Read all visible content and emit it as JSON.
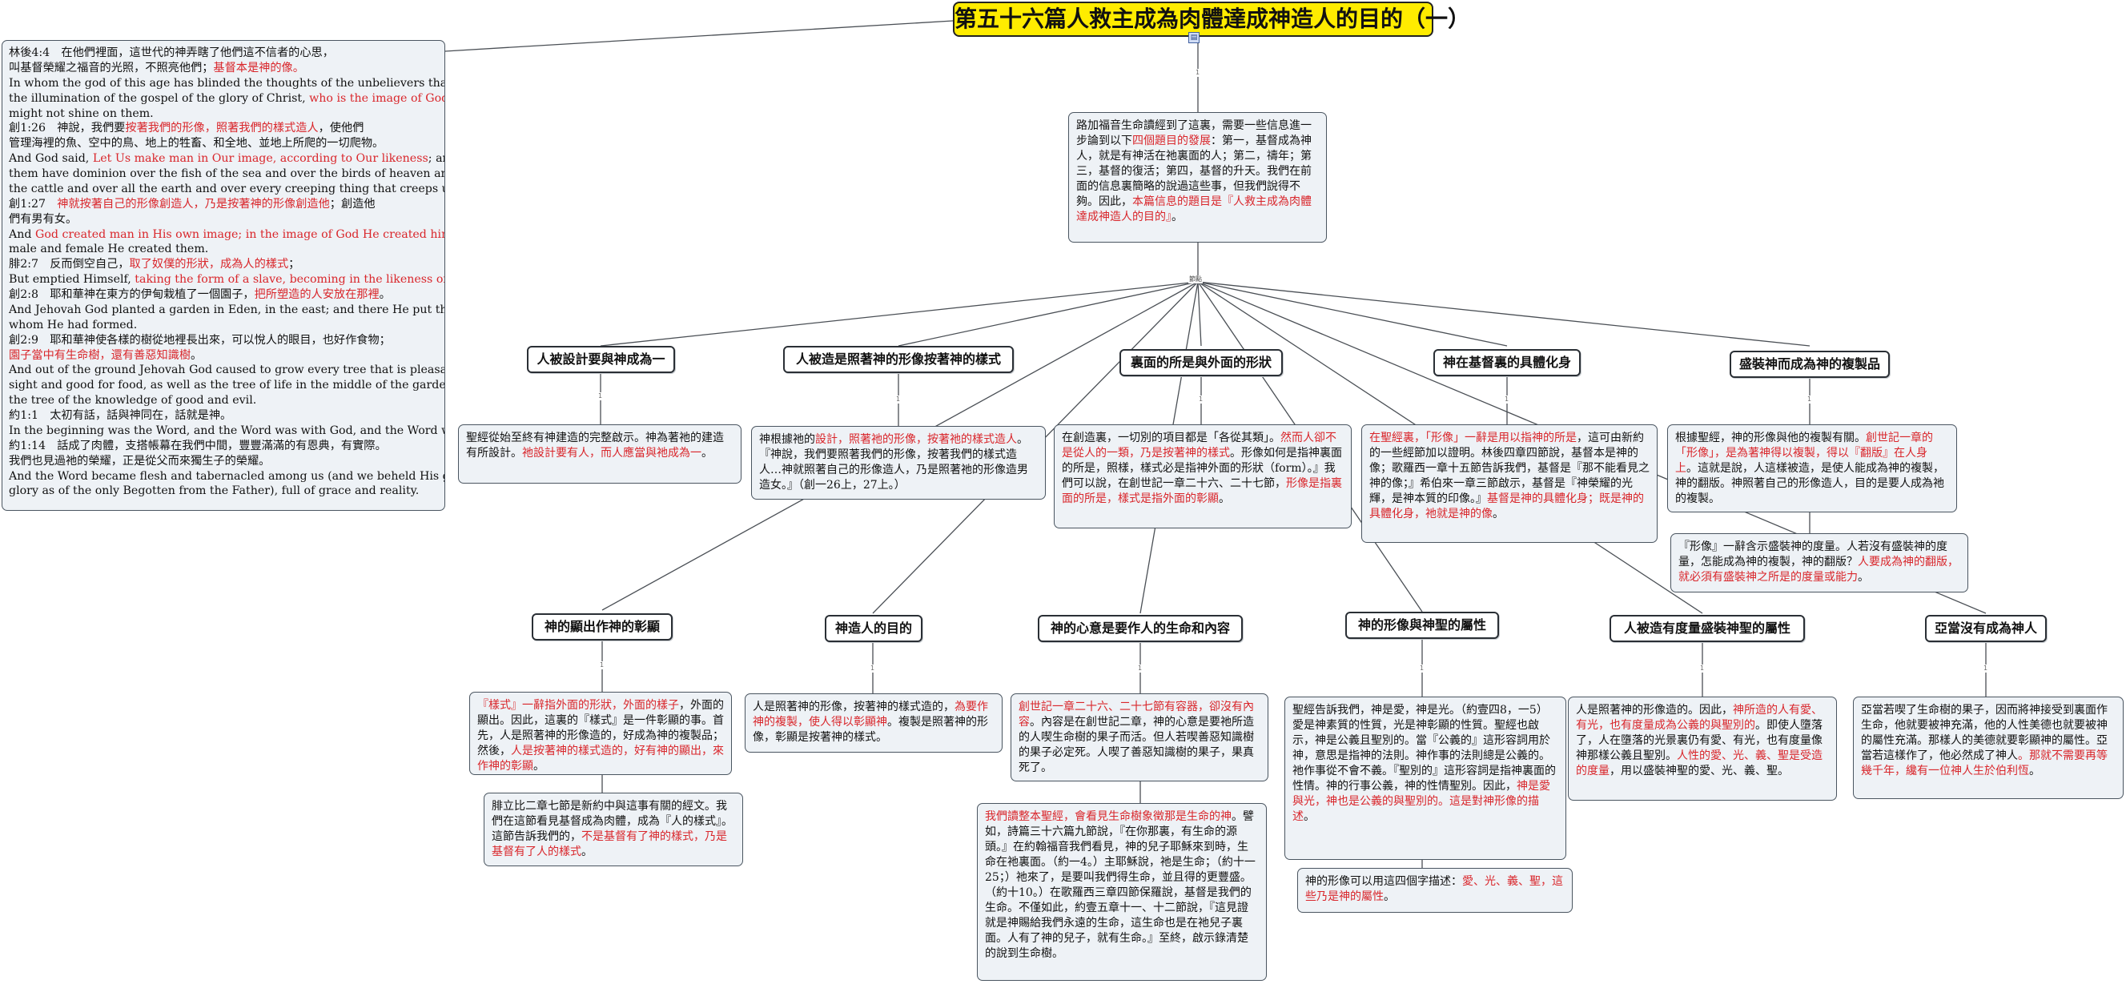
{
  "root": {
    "title": "第五十六篇人救主成為肉體達成神造人的目的（一）",
    "icon": "document-icon"
  },
  "scripture": [
    {
      "parts": [
        [
          "林後4:4　在他們裡面，這世代的神弄瞎了他們這不信者的心思，",
          ""
        ]
      ]
    },
    {
      "parts": [
        [
          "叫基督榮耀之福音的光照，不照亮他們；",
          ""
        ],
        [
          "基督本是神的像。",
          "r"
        ]
      ]
    },
    {
      "parts": [
        [
          "In whom the god of this age has blinded the thoughts of the unbelievers that",
          ""
        ]
      ]
    },
    {
      "parts": [
        [
          " the illumination of the gospel of the glory of Christ, ",
          ""
        ],
        [
          "who is the image of God",
          "r"
        ],
        [
          ",",
          ""
        ]
      ]
    },
    {
      "parts": [
        [
          "might not shine on them.",
          ""
        ]
      ]
    },
    {
      "parts": [
        [
          "創1:26　神說，我們要",
          ""
        ],
        [
          "按著我們的形像，照著我們的樣式造人",
          "r"
        ],
        [
          "，使他們",
          ""
        ]
      ]
    },
    {
      "parts": [
        [
          "管理海裡的魚、空中的鳥、地上的牲畜、和全地、並地上所爬的一切爬物。",
          ""
        ]
      ]
    },
    {
      "parts": [
        [
          "And God said, ",
          ""
        ],
        [
          "Let Us make man in Our image, according to Our likeness",
          "r"
        ],
        [
          "; and let",
          ""
        ]
      ]
    },
    {
      "parts": [
        [
          " them have dominion over the fish of the sea and over the birds of heaven and over",
          ""
        ]
      ]
    },
    {
      "parts": [
        [
          "the cattle and over all the earth and over every creeping thing that creeps upon the earth.",
          ""
        ]
      ]
    },
    {
      "parts": [
        [
          "創1:27　",
          ""
        ],
        [
          "神就按著自己的形像創造人，乃是按著神的形像創造他",
          "r"
        ],
        [
          "；創造他",
          ""
        ]
      ]
    },
    {
      "parts": [
        [
          "們有男有女。",
          ""
        ]
      ]
    },
    {
      "parts": [
        [
          "And ",
          ""
        ],
        [
          "God created man in His own image; in the image of God He created him",
          "r"
        ],
        [
          ";",
          ""
        ]
      ]
    },
    {
      "parts": [
        [
          "male and female He created them.",
          ""
        ]
      ]
    },
    {
      "parts": [
        [
          "腓2:7　反而倒空自己，",
          ""
        ],
        [
          "取了奴僕的形狀，成為人的樣式",
          "r"
        ],
        [
          "；",
          ""
        ]
      ]
    },
    {
      "parts": [
        [
          "But emptied Himself, ",
          ""
        ],
        [
          "taking the form of a slave, becoming in the likeness of men",
          "r"
        ],
        [
          ";",
          ""
        ]
      ]
    },
    {
      "parts": [
        [
          "創2:8　耶和華神在東方的伊甸栽植了一個園子，",
          ""
        ],
        [
          "把所塑造的人安放在那裡",
          "r"
        ],
        [
          "。",
          ""
        ]
      ]
    },
    {
      "parts": [
        [
          "And Jehovah God planted a garden in Eden, in the east; and there He put the man",
          ""
        ]
      ]
    },
    {
      "parts": [
        [
          "whom He had formed.",
          ""
        ]
      ]
    },
    {
      "parts": [
        [
          "創2:9　耶和華神使各樣的樹從地裡長出來，可以悅人的眼目，也好作食物；",
          ""
        ]
      ]
    },
    {
      "parts": [
        [
          "園子當中有生命樹，還有善惡知識樹",
          "r"
        ],
        [
          "。",
          ""
        ]
      ]
    },
    {
      "parts": [
        [
          "And out of the ground Jehovah God caused to grow every tree that is pleasant to the",
          ""
        ]
      ]
    },
    {
      "parts": [
        [
          " sight and good for food, as well as the tree of life in the middle of the garden and",
          ""
        ]
      ]
    },
    {
      "parts": [
        [
          "the tree of the knowledge of good and evil.",
          ""
        ]
      ]
    },
    {
      "parts": [
        [
          "約1:1　太初有話，話與神同在，話就是神。",
          ""
        ]
      ]
    },
    {
      "parts": [
        [
          "In the beginning was the Word, and the Word was with God, and the Word was God",
          ""
        ]
      ]
    },
    {
      "parts": [
        [
          "約1:14　話成了肉體，支搭帳幕在我們中間，豐豐滿滿的有恩典，有實際。",
          ""
        ]
      ]
    },
    {
      "parts": [
        [
          "我們也見過祂的榮耀，正是從父而來獨生子的榮耀。",
          ""
        ]
      ]
    },
    {
      "parts": [
        [
          "And the Word became flesh and tabernacled among us (and we beheld His glory,",
          ""
        ]
      ]
    },
    {
      "parts": [
        [
          "glory as of the only Begotten from the Father), full of grace and reality.",
          ""
        ]
      ]
    }
  ],
  "intro": {
    "parts": [
      [
        "路加福音生命讀經到了這裏，需要一些信息進一步論到以下",
        ""
      ],
      [
        "四個題目的發展",
        "r"
      ],
      [
        "：第一，基督成為神人，就是有神活在祂裏面的人；第二，禱年；第三，基督的復活；第四，基督的升天。我們在前面的信息裏簡略的說過這些事，但我們說得不夠。因此，",
        ""
      ],
      [
        "本篇信息的題目是『人救主成為肉體達成神造人的目的』",
        "r"
      ],
      [
        "。",
        ""
      ]
    ]
  },
  "topics": [
    {
      "id": "t1",
      "label": "人被設計要與神成為一"
    },
    {
      "id": "t2",
      "label": "人被造是照著神的形像按著神的樣式"
    },
    {
      "id": "t3",
      "label": "裏面的所是與外面的形狀"
    },
    {
      "id": "t4",
      "label": "神在基督裏的具體化身"
    },
    {
      "id": "t5",
      "label": "盛裝神而成為神的複製品"
    },
    {
      "id": "t6",
      "label": "神的顯出作神的彰顯"
    },
    {
      "id": "t7",
      "label": "神造人的目的"
    },
    {
      "id": "t8",
      "label": "神的心意是要作人的生命和內容"
    },
    {
      "id": "t9",
      "label": "神的形像與神聖的屬性"
    },
    {
      "id": "t10",
      "label": "人被造有度量盛裝神聖的屬性"
    },
    {
      "id": "t11",
      "label": "亞當沒有成為神人"
    }
  ],
  "notes": {
    "n1": {
      "parts": [
        [
          "聖經從始至終有神建造的完整啟示。神為著祂的建造有所設計。",
          ""
        ],
        [
          "祂設計要有人，而人應當與祂成為一",
          "r"
        ],
        [
          "。",
          ""
        ]
      ]
    },
    "n2": {
      "parts": [
        [
          "神根據祂的",
          ""
        ],
        [
          "設計，照著祂的形像，按著祂的樣式造人",
          "r"
        ],
        [
          "。『神說，我們要照著我們的形像，按著我們的樣式造人…神就照著自己的形像造人，乃是照著祂的形像造男造女。』（創一26上，27上。）",
          ""
        ]
      ]
    },
    "n3": {
      "parts": [
        [
          "在創造裏，一切別的項目都是「各從其類」。",
          ""
        ],
        [
          "然而人卻不是從人的一類，乃是按著神的樣式",
          "r"
        ],
        [
          "。形像如何是指神裏面的所是，照樣，樣式必是指神外面的形狀（form）。』我們可以說，在創世記一章二十六、二十七節，",
          ""
        ],
        [
          "形像是指裏面的所是，樣式是指外面的彰顯",
          "r"
        ],
        [
          "。",
          ""
        ]
      ]
    },
    "n4": {
      "parts": [
        [
          "在聖經裏，「形像」一辭是用以指神的所是",
          "r"
        ],
        [
          "，這可由新約的一些經節加以證明。林後四章四節說，基督本是神的像；歌羅西一章十五節告訴我們，基督是『那不能看見之神的像；』希伯來一章三節啟示，基督是『神榮耀的光輝，是神本質的印像。』",
          ""
        ],
        [
          "基督是神的具體化身；既是神的具體化身，祂就是神的像",
          "r"
        ],
        [
          "。",
          ""
        ]
      ]
    },
    "n5": {
      "parts": [
        [
          "根據聖經，神的形像與他的複製有關。",
          ""
        ],
        [
          "創世記一章的「形像」，是為著神得以複製，得以『翻版』在人身上",
          "r"
        ],
        [
          "。這就是說，人這樣被造，是使人能成為神的複製，神的翻版。神照著自己的形像造人，目的是要人成為祂的複製。",
          ""
        ]
      ]
    },
    "n5b": {
      "parts": [
        [
          "『形像』一辭含示盛裝神的度量。人若沒有盛裝神的度量，怎能成為神的複製，神的翻版？",
          ""
        ],
        [
          "人要成為神的翻版，就必須有盛裝神之所是的度量或能力",
          "r"
        ],
        [
          "。",
          ""
        ]
      ]
    },
    "n6": {
      "parts": [
        [
          "『樣式』一辭指外面的形狀，外面的樣子",
          "r"
        ],
        [
          "，外面的顯出。因此，這裏的『樣式』是一件彰顯的事。首先，人是照著神的形像造的，好成為神的複製品；然後，",
          ""
        ],
        [
          "人是按著神的樣式造的，好有神的顯出，來作神的彰顯",
          "r"
        ],
        [
          "。",
          ""
        ]
      ]
    },
    "n6b": {
      "parts": [
        [
          "腓立比二章七節是新約中與這事有關的經文。我們在這節看見基督成為肉體，成為『人的樣式』。這節告訴我們的，",
          ""
        ],
        [
          "不是基督有了神的樣式，乃是基督有了人的樣式",
          "r"
        ],
        [
          "。",
          ""
        ]
      ]
    },
    "n7": {
      "parts": [
        [
          "人是照著神的形像，按著神的樣式造的，",
          ""
        ],
        [
          "為要作神的複製，使人得以彰顯神",
          "r"
        ],
        [
          "。複製是照著神的形像，彰顯是按著神的樣式。",
          ""
        ]
      ]
    },
    "n8": {
      "parts": [
        [
          "創世記一章二十六、二十七節有容器，卻沒有內容",
          "r"
        ],
        [
          "。內容是在創世記二章，神的心意是要祂所造的人喫生命樹的果子而活。但人若喫善惡知識樹的果子必定死。人喫了善惡知識樹的果子，果真死了。",
          ""
        ]
      ]
    },
    "n8b": {
      "parts": [
        [
          "我們讀整本聖經，會看見生命樹象徵那是生命的神",
          "r"
        ],
        [
          "。譬如，詩篇三十六篇九節說，『在你那裏，有生命的源頭。』在約翰福音我們看見，神的兒子耶穌來到時，生命在祂裏面。（約一4。）主耶穌說，祂是生命；（約十一25；）祂來了，是要叫我們得生命，並且得的更豐盛。（約十10。）在歌羅西三章四節保羅說，基督是我們的生命。不僅如此，約壹五章十一、十二節說，『這見證就是神賜給我們永遠的生命，這生命也是在祂兒子裏面。人有了神的兒子，就有生命。』至終，啟示錄清楚的說到生命樹。",
          ""
        ]
      ]
    },
    "n9": {
      "parts": [
        [
          "聖經告訴我們，神是愛，神是光。（約壹四8，一5）愛是神素質的性質，光是神彰顯的性質。聖經也啟示，神是公義且聖別的。當『公義的』這形容詞用於神，意思是指神的法則。神作事的法則總是公義的。祂作事從不會不義。『聖別的』這形容詞是指神裏面的性情。神的行事公義，神的性情聖別。因此，",
          ""
        ],
        [
          "神是愛與光，神也是公義的與聖別的。這是對神形像的描述",
          "r"
        ],
        [
          "。",
          ""
        ]
      ]
    },
    "n9b": {
      "parts": [
        [
          "神的形像可以用這四個字描述：",
          ""
        ],
        [
          "愛、光、義、聖，這些乃是神的屬性",
          "r"
        ],
        [
          "。",
          ""
        ]
      ]
    },
    "n10": {
      "parts": [
        [
          "人是照著神的形像造的。因此，",
          ""
        ],
        [
          "神所造的人有愛、有光，也有度量成為公義的與聖別的",
          "r"
        ],
        [
          "。即使人墮落了，人在墮落的光景裏仍有愛、有光，也有度量像神那樣公義且聖別。",
          ""
        ],
        [
          "人性的愛、光、義、聖是受造的度量",
          "r"
        ],
        [
          "，用以盛裝神聖的愛、光、義、聖。",
          ""
        ]
      ]
    },
    "n11": {
      "parts": [
        [
          "亞當若喫了生命樹的果子，因而將神接受到裏面作生命，他就要被神充滿，他的人性美德也就要被神的屬性充滿。那樣人的美德就要彰顯神的屬性。亞當若這樣作了，他必然成了神人",
          ""
        ],
        [
          "。那就不需要再等幾千年，纔有一位神人生於伯利恆",
          "r"
        ],
        [
          "。",
          ""
        ]
      ]
    }
  }
}
